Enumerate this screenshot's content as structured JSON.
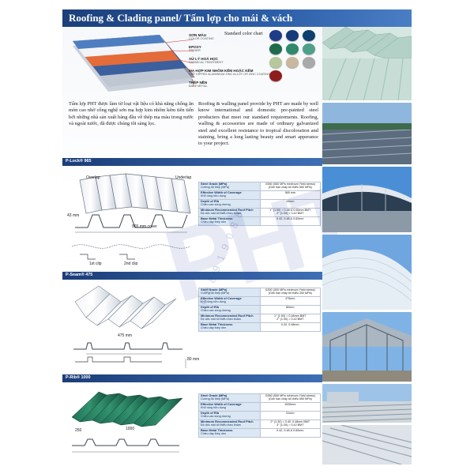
{
  "title": "Roofing & Clading panel/ Tấm lợp cho mái & vách",
  "color_chart_title": "Standard color chart",
  "layers": [
    {
      "title": "SƠN MÀU",
      "sub": "COLOR COATING"
    },
    {
      "title": "EPOXY",
      "sub": "PRIMER"
    },
    {
      "title": "XỬ LÝ HOÁ HỌC",
      "sub": "CHEMICAL TREATMENT"
    },
    {
      "title": "MẠ HỢP KIM NHÔM KẼM HOẶC KẼM",
      "sub": "HOT DIPPED ALUMINIUM ZINC ALLOY OR ZINC COATING"
    },
    {
      "title": "THÉP NỀN",
      "sub": "BASE METAL"
    }
  ],
  "swatch_colors": [
    "#1f3c88",
    "#173a7d",
    "#0f3f6e",
    "#1e6b4c",
    "#2f8a6b",
    "#4ea08a",
    "#b8c89d",
    "#c9b89d",
    "#a9a9a9",
    "#8f1d1d"
  ],
  "para_vi": "Tấm lợp PHT được làm từ loại vật liệu có khả năng chống ăn mòn cao nhờ công nghệ sơn mạ hợp kim nhôm kẽm tiên tiến bởi những nhà sản xuất hàng đầu về thép mạ màu trong nước và ngoài nước, đã được chúng tôi sàng lọc.",
  "para_en": "Roofing & walling panel provide by PHT are made by well know international and domestic pre-painted steel producters that meet our standard requirements. Roofing, walling & accessories are made of ordinary galvanized steel and excellent resistance to tropical discoloration and staining, bring a long lasting beauty and smart apperance to your project.",
  "watermark": "PHT",
  "watermark_digits": "0 9 8 9 1 9 0 8 8",
  "sections": [
    {
      "name": "P-Lock® 965",
      "labels": {
        "overlap": "Overlap",
        "underlap": "Underlap",
        "height": "43 mm",
        "cover": "965 mm cover",
        "clip1": "1st clip",
        "clip2": "2nd clip"
      },
      "rows": [
        {
          "en": "Steel Grade (MPa)",
          "vi": "Cường độ thép (MPa)",
          "v1": "G550 (550 MPa minimum Yield stress)",
          "v2": "(Giới hạn chảy tối thiểu 550 MPa)"
        },
        {
          "en": "Effective Width of Coverage",
          "vi": "Khổ rộng hữu dụng",
          "v1": "965 mm",
          "v2": ""
        },
        {
          "en": "Depth of Rib",
          "vi": "Chiều cao sóng dương",
          "v1": "43mm",
          "v2": ""
        },
        {
          "en": "Minimum Recommended Roof Pitch",
          "vi": "Độ dốc mái tối thiểu theo khảm",
          "v1": "1° (1:50) = 0.48 & 0.60mm BMT",
          "v2": "2° (1:30) = 0.42 BMT"
        },
        {
          "en": "Base Metal Thickness",
          "vi": "Chiều dày thép nền",
          "v1": "0.42, 0.48 & 0.60mm",
          "v2": ""
        }
      ]
    },
    {
      "name": "P-Seam® 475",
      "labels": {
        "width": "475 mm",
        "height": "80 mm"
      },
      "rows": [
        {
          "en": "Steel Grade (MPa)",
          "vi": "Cường độ thép (MPa)",
          "v1": "G300 (300 MPa minimum Yield stress)",
          "v2": "(Giới hạn chảy tối thiểu 300 MPa)"
        },
        {
          "en": "Effective Width of Coverage",
          "vi": "Khổ rộng hữu dụng",
          "v1": "475mm",
          "v2": ""
        },
        {
          "en": "Depth of Rib",
          "vi": "Chiều cao sóng dương",
          "v1": "80mm",
          "v2": ""
        },
        {
          "en": "Minimum Recommended Roof Pitch",
          "vi": "Độ dốc mái tối thiểu theo khảm",
          "v1": "1° (1:50) = 0.48mm BMT",
          "v2": "2° (1:30) = 0.42 BMT"
        },
        {
          "en": "Base Metal Thickness",
          "vi": "Chiều dày thép nền",
          "v1": "0.42, 0.48mm",
          "v2": ""
        }
      ]
    },
    {
      "name": "P-Rib® 1000",
      "labels": {
        "w1": "250",
        "w2": "1000"
      },
      "rows": [
        {
          "en": "Steel Grade (MPa)",
          "vi": "Cường độ thép (MPa)",
          "v1": "G550 (550 MPa minimum Yield stress)",
          "v2": "(Giới hạn chảy tối thiểu 550 MPa)"
        },
        {
          "en": "Effective Width of Coverage",
          "vi": "Khổ rộng hữu dụng",
          "v1": "1000mm",
          "v2": ""
        },
        {
          "en": "Depth of Rib",
          "vi": "Chiều cao sóng dương",
          "v1": "31mm",
          "v2": ""
        },
        {
          "en": "Minimum Recommended Roof Pitch",
          "vi": "Độ dốc mái tối thiểu theo khảm",
          "v1": "2° (1:30) = 0.40, 0.48mm BMT",
          "v2": "3° (1:20) = 0.42 BMT"
        },
        {
          "en": "Base Metal Thickness",
          "vi": "Chiều dày thép nền",
          "v1": "0.42, 0.48 & 0.60mm",
          "v2": ""
        }
      ]
    }
  ]
}
